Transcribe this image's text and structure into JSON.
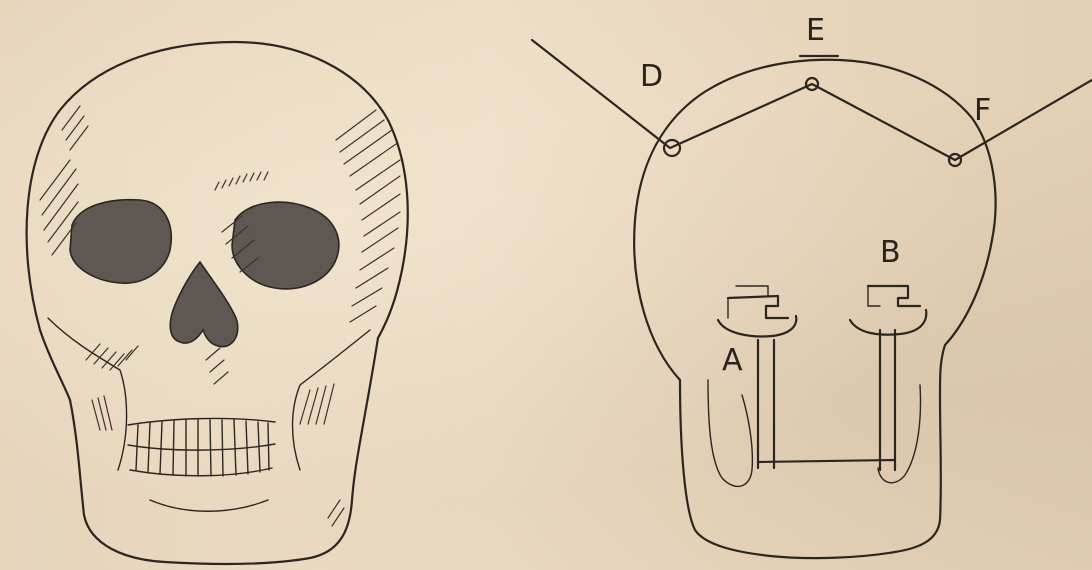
{
  "figure": {
    "labels": {
      "a": "A",
      "b": "B",
      "d": "D",
      "e": "E",
      "f": "F"
    }
  },
  "colors": {
    "paper": "#e9d9c0",
    "ink": "#2c2620",
    "shading": "#5f5852"
  }
}
